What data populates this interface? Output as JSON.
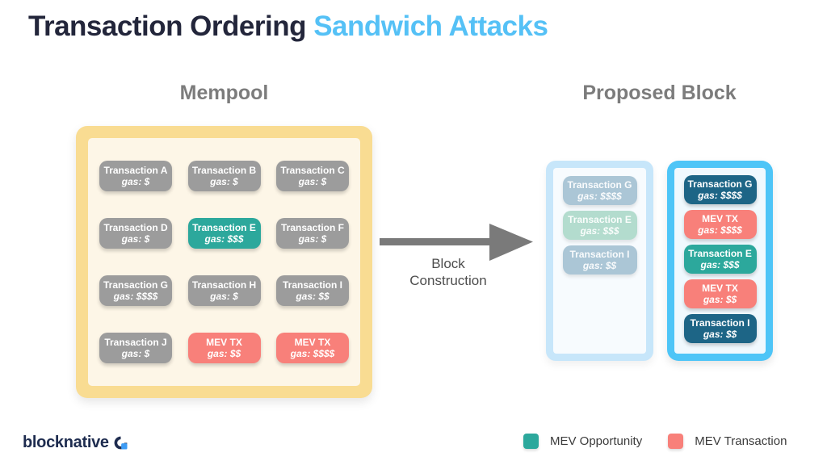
{
  "title": {
    "dark": "Transaction Ordering ",
    "accent": "Sandwich Attacks"
  },
  "mempool": {
    "heading": "Mempool",
    "cards": [
      {
        "label": "Transaction A",
        "gas": "gas: $",
        "type": "normal"
      },
      {
        "label": "Transaction B",
        "gas": "gas: $",
        "type": "normal"
      },
      {
        "label": "Transaction C",
        "gas": "gas: $",
        "type": "normal"
      },
      {
        "label": "Transaction D",
        "gas": "gas: $",
        "type": "normal"
      },
      {
        "label": "Transaction E",
        "gas": "gas: $$$",
        "type": "mev-opportunity"
      },
      {
        "label": "Transaction F",
        "gas": "gas: $",
        "type": "normal"
      },
      {
        "label": "Transaction G",
        "gas": "gas: $$$$",
        "type": "normal"
      },
      {
        "label": "Transaction H",
        "gas": "gas: $",
        "type": "normal"
      },
      {
        "label": "Transaction I",
        "gas": "gas: $$",
        "type": "normal"
      },
      {
        "label": "Transaction J",
        "gas": "gas: $",
        "type": "normal"
      },
      {
        "label": "MEV TX",
        "gas": "gas: $$",
        "type": "mev-transaction"
      },
      {
        "label": "MEV TX",
        "gas": "gas: $$$$",
        "type": "mev-transaction"
      }
    ]
  },
  "arrow": {
    "label_line1": "Block",
    "label_line2": "Construction"
  },
  "proposed": {
    "heading": "Proposed Block",
    "faded_cards": [
      {
        "label": "Transaction G",
        "gas": "gas: $$$$",
        "type": "faded-normal"
      },
      {
        "label": "Transaction E",
        "gas": "gas: $$$",
        "type": "faded-opportunity"
      },
      {
        "label": "Transaction I",
        "gas": "gas: $$",
        "type": "faded-normal"
      }
    ],
    "final_cards": [
      {
        "label": "Transaction G",
        "gas": "gas: $$$$",
        "type": "included-normal"
      },
      {
        "label": "MEV TX",
        "gas": "gas: $$$$",
        "type": "mev-transaction"
      },
      {
        "label": "Transaction E",
        "gas": "gas: $$$",
        "type": "mev-opportunity"
      },
      {
        "label": "MEV TX",
        "gas": "gas: $$",
        "type": "mev-transaction"
      },
      {
        "label": "Transaction I",
        "gas": "gas: $$",
        "type": "included-normal"
      }
    ]
  },
  "legend": {
    "items": [
      {
        "label": "MEV Opportunity",
        "color": "#2CA89C"
      },
      {
        "label": "MEV Transaction",
        "color": "#F8807A"
      }
    ]
  },
  "logo": {
    "text": "blocknative"
  },
  "colors": {
    "title_dark": "#23263B",
    "title_accent": "#55C1F6",
    "mempool_border": "#F9DC92",
    "mempool_fill": "#FDF6E7",
    "faded_border": "#C7E6FA",
    "final_border": "#4EC5F7",
    "arrow_gray": "#7a7a7a"
  }
}
